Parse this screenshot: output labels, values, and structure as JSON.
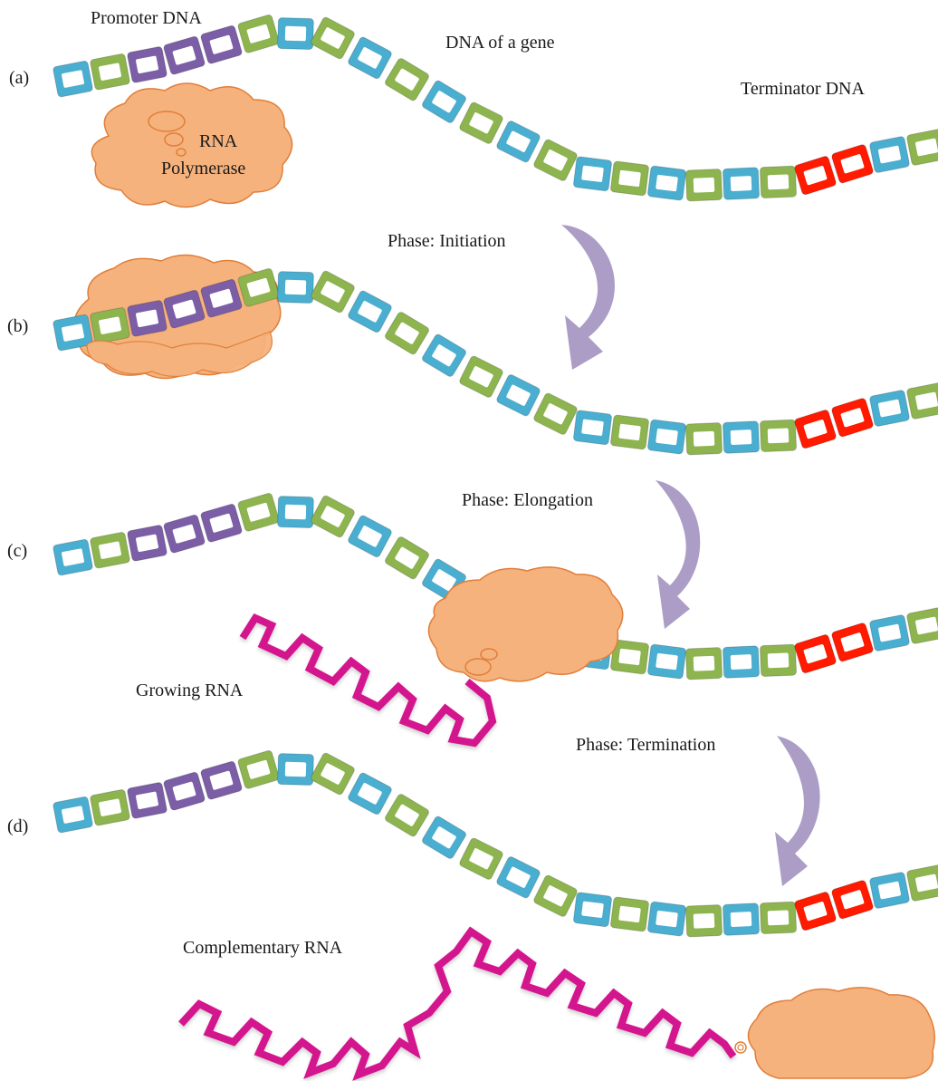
{
  "colors": {
    "dna_green": "#8db44e",
    "dna_blue": "#4aaed0",
    "promoter": "#7b5ea6",
    "terminator": "#ff1a00",
    "polymerase_fill": "#f6b27c",
    "polymerase_stroke": "#e07e3a",
    "rna": "#d4168e",
    "arrow": "#a898c4"
  },
  "labels": {
    "promoter": "Promoter DNA",
    "gene": "DNA of a gene",
    "terminator": "Terminator DNA",
    "polymerase_line1": "RNA",
    "polymerase_line2": "Polymerase",
    "growing_rna": "Growing RNA",
    "complementary_rna": "Complementary RNA"
  },
  "panels": [
    {
      "label": "(a)"
    },
    {
      "label": "(b)",
      "phase": "Phase: Initiation"
    },
    {
      "label": "(c)",
      "phase": "Phase: Elongation"
    },
    {
      "label": "(d)",
      "phase": "Phase: Termination"
    }
  ]
}
